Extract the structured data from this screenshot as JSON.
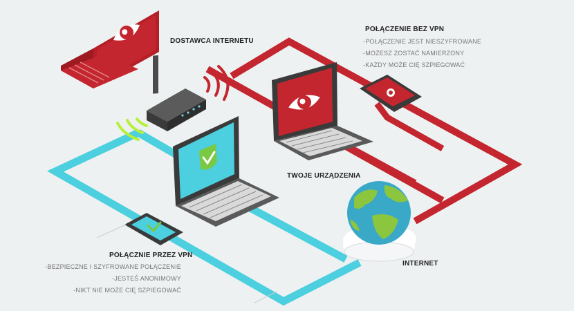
{
  "isp": {
    "label": "DOSTAWCA INTERNETU"
  },
  "no_vpn": {
    "title": "POŁĄCZENIE BEZ VPN",
    "points": [
      "-POŁĄCZENIE JEST NIESZYFROWANE",
      "-MOŻESZ ZOSTAĆ NAMIERZONY",
      "-KAŻDY MOŻE CIĘ SZPIEGOWAĆ"
    ]
  },
  "devices": {
    "label": "TWOJE URZĄDZENIA"
  },
  "vpn": {
    "title": "POŁĄCZNIE PRZEZ VPN",
    "points": [
      "-BEZPIECZNE I SZYFROWANE POŁĄCZENIE",
      "-JESTEŚ ANONIMOWY",
      "-NIKT NIE MOŻE CIĘ SZPIEGOWAĆ"
    ]
  },
  "internet": {
    "label": "INTERNET"
  },
  "colors": {
    "unsafe": "#c3262e",
    "safe": "#4ccfde",
    "background": "#eef1f2",
    "device": "#4a4a4a",
    "shield": "#7ac943",
    "globe_water": "#3aa8c7",
    "globe_land": "#8cc63f"
  },
  "icons": [
    "eye-icon",
    "shield-check-icon",
    "wifi-signal-icon",
    "router-icon",
    "globe-icon",
    "cloud-icon"
  ]
}
